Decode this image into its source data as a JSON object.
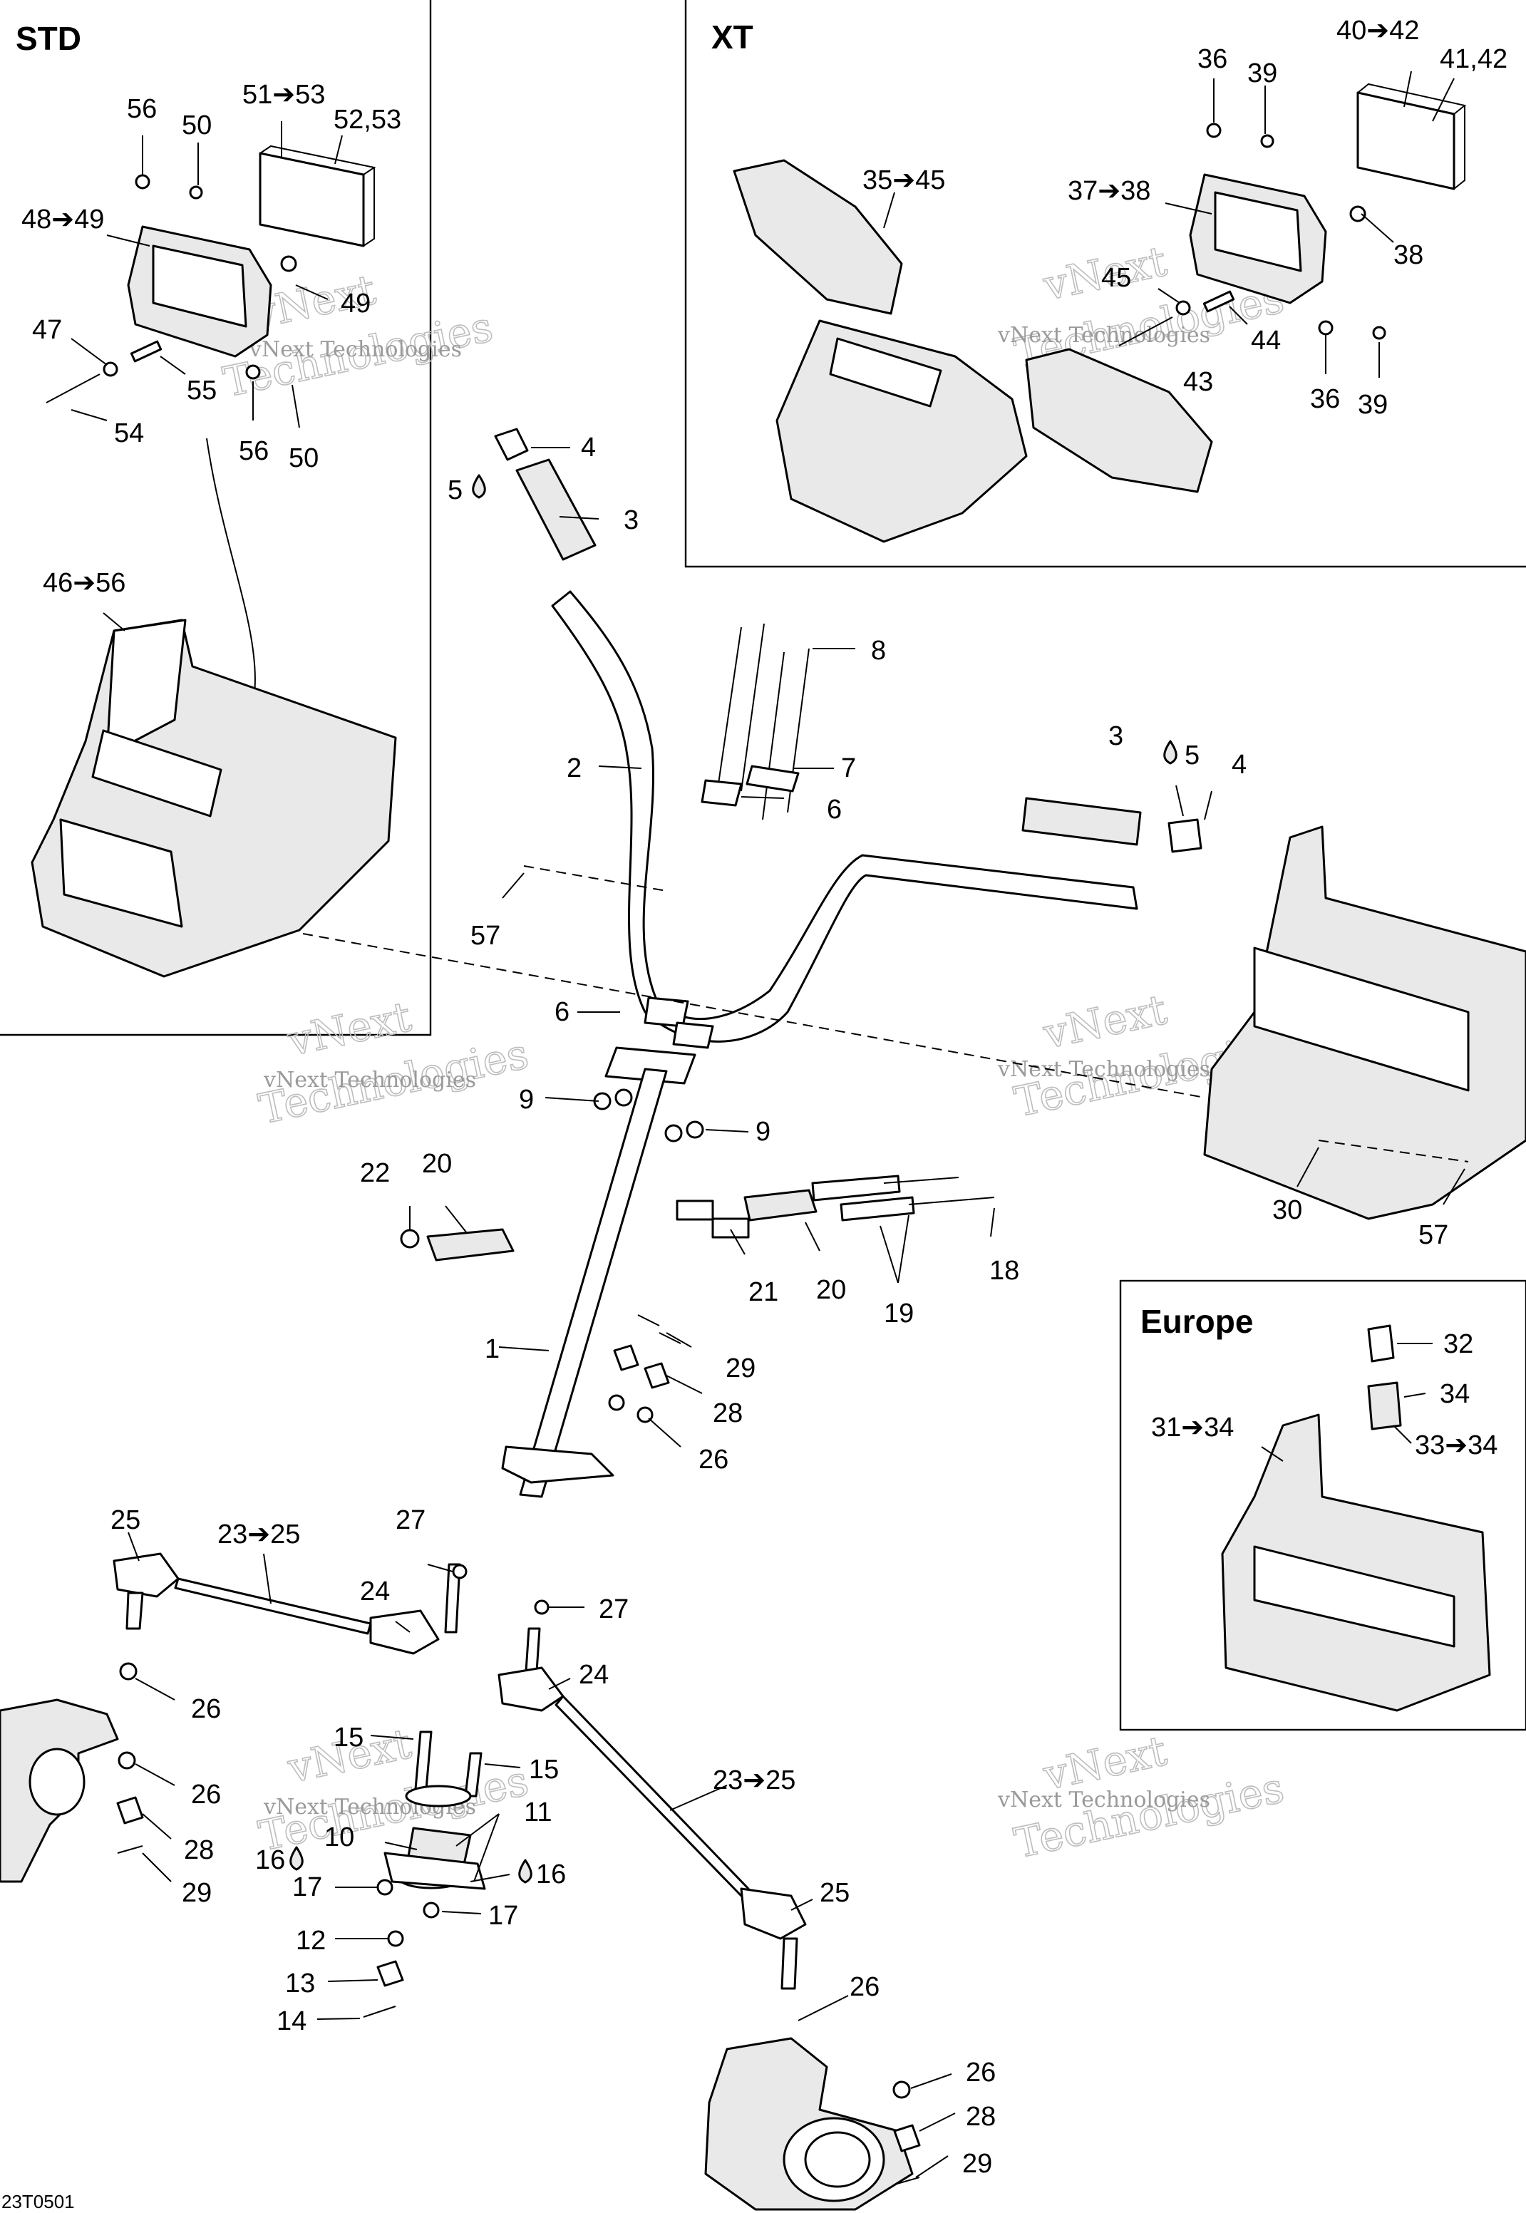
{
  "sections": {
    "std": "STD",
    "xt": "XT",
    "europe": "Europe"
  },
  "figure_code": "23T0501",
  "watermark": {
    "line1": "vNext Technologies",
    "line2": "vNext",
    "line3": "Technologies"
  },
  "callouts": [
    {
      "id": "c56a",
      "text": "56"
    },
    {
      "id": "c50a",
      "text": "50"
    },
    {
      "id": "c51",
      "text": "51➔53"
    },
    {
      "id": "c5253",
      "text": "52,53"
    },
    {
      "id": "c4849",
      "text": "48➔49"
    },
    {
      "id": "c49",
      "text": "49"
    },
    {
      "id": "c47",
      "text": "47"
    },
    {
      "id": "c55",
      "text": "55"
    },
    {
      "id": "c56b",
      "text": "56"
    },
    {
      "id": "c50b",
      "text": "50"
    },
    {
      "id": "c54",
      "text": "54"
    },
    {
      "id": "c4656",
      "text": "46➔56"
    },
    {
      "id": "c36a",
      "text": "36"
    },
    {
      "id": "c39a",
      "text": "39"
    },
    {
      "id": "c4042",
      "text": "40➔42"
    },
    {
      "id": "c4142",
      "text": "41,42"
    },
    {
      "id": "c3545",
      "text": "35➔45"
    },
    {
      "id": "c3738",
      "text": "37➔38"
    },
    {
      "id": "c38",
      "text": "38"
    },
    {
      "id": "c45",
      "text": "45"
    },
    {
      "id": "c44",
      "text": "44"
    },
    {
      "id": "c43",
      "text": "43"
    },
    {
      "id": "c36b",
      "text": "36"
    },
    {
      "id": "c39b",
      "text": "39"
    },
    {
      "id": "c4a",
      "text": "4"
    },
    {
      "id": "c5a",
      "text": "5"
    },
    {
      "id": "c3a",
      "text": "3"
    },
    {
      "id": "c8",
      "text": "8"
    },
    {
      "id": "c2",
      "text": "2"
    },
    {
      "id": "c7",
      "text": "7"
    },
    {
      "id": "c6a",
      "text": "6"
    },
    {
      "id": "c3b",
      "text": "3"
    },
    {
      "id": "c5b",
      "text": "5"
    },
    {
      "id": "c4b",
      "text": "4"
    },
    {
      "id": "c57a",
      "text": "57"
    },
    {
      "id": "c6b",
      "text": "6"
    },
    {
      "id": "c9a",
      "text": "9"
    },
    {
      "id": "c9b",
      "text": "9"
    },
    {
      "id": "c22",
      "text": "22"
    },
    {
      "id": "c20a",
      "text": "20"
    },
    {
      "id": "c21",
      "text": "21"
    },
    {
      "id": "c20b",
      "text": "20"
    },
    {
      "id": "c19",
      "text": "19"
    },
    {
      "id": "c18",
      "text": "18"
    },
    {
      "id": "c30",
      "text": "30"
    },
    {
      "id": "c57b",
      "text": "57"
    },
    {
      "id": "c1",
      "text": "1"
    },
    {
      "id": "c29a",
      "text": "29"
    },
    {
      "id": "c28a",
      "text": "28"
    },
    {
      "id": "c26a",
      "text": "26"
    },
    {
      "id": "c32",
      "text": "32"
    },
    {
      "id": "c34",
      "text": "34"
    },
    {
      "id": "c3134",
      "text": "31➔34"
    },
    {
      "id": "c3334",
      "text": "33➔34"
    },
    {
      "id": "c25a",
      "text": "25"
    },
    {
      "id": "c2325a",
      "text": "23➔25"
    },
    {
      "id": "c27a",
      "text": "27"
    },
    {
      "id": "c24a",
      "text": "24"
    },
    {
      "id": "c27b",
      "text": "27"
    },
    {
      "id": "c24b",
      "text": "24"
    },
    {
      "id": "c26b",
      "text": "26"
    },
    {
      "id": "c15a",
      "text": "15"
    },
    {
      "id": "c15b",
      "text": "15"
    },
    {
      "id": "c26c",
      "text": "26"
    },
    {
      "id": "c11",
      "text": "11"
    },
    {
      "id": "c2325b",
      "text": "23➔25"
    },
    {
      "id": "c10",
      "text": "10"
    },
    {
      "id": "c16a",
      "text": "16"
    },
    {
      "id": "c16b",
      "text": "16"
    },
    {
      "id": "c28b",
      "text": "28"
    },
    {
      "id": "c17a",
      "text": "17"
    },
    {
      "id": "c17b",
      "text": "17"
    },
    {
      "id": "c29b",
      "text": "29"
    },
    {
      "id": "c25b",
      "text": "25"
    },
    {
      "id": "c12",
      "text": "12"
    },
    {
      "id": "c13",
      "text": "13"
    },
    {
      "id": "c26d",
      "text": "26"
    },
    {
      "id": "c14",
      "text": "14"
    },
    {
      "id": "c26e",
      "text": "26"
    },
    {
      "id": "c28c",
      "text": "28"
    },
    {
      "id": "c29c",
      "text": "29"
    }
  ]
}
